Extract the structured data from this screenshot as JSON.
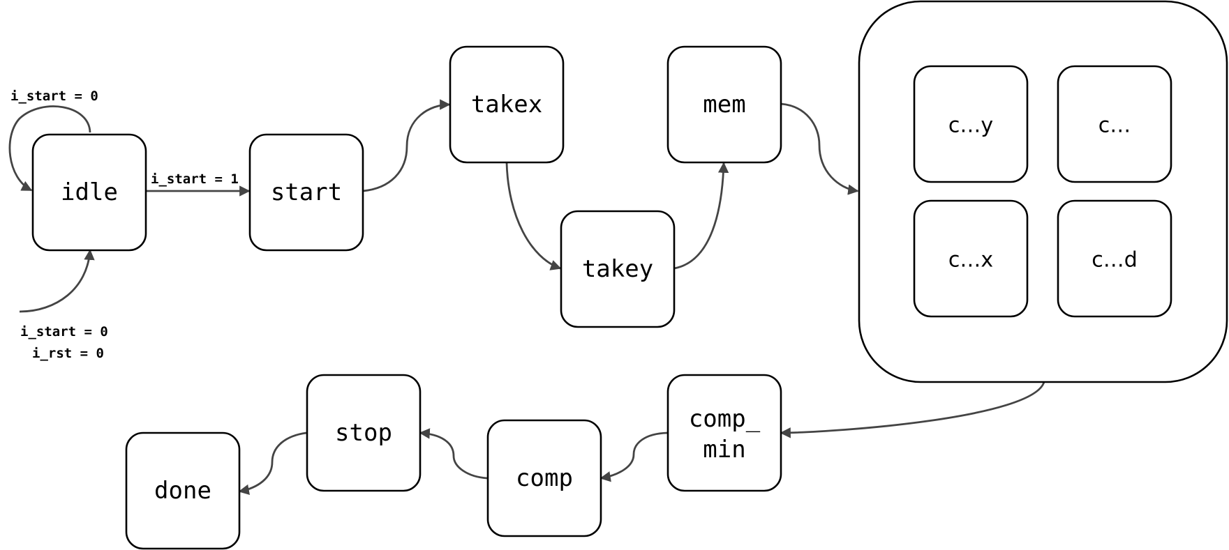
{
  "diagram": {
    "nodes": {
      "idle": "idle",
      "start": "start",
      "takex": "takex",
      "takey": "takey",
      "mem": "mem",
      "compute_y": "c…y",
      "compute": "c…",
      "compute_x": "c…x",
      "compute_d": "c…d",
      "comp_min_line1": "comp_",
      "comp_min_line2": "min",
      "comp": "comp",
      "stop": "stop",
      "done": "done"
    },
    "edge_labels": {
      "idle_self": "i_start = 0",
      "idle_to_start": "i_start = 1",
      "reset_line1": "i_start = 0",
      "reset_line2": "i_rst = 0"
    },
    "colors": {
      "edge": "#444444",
      "border": "#000000",
      "background": "#ffffff"
    }
  }
}
